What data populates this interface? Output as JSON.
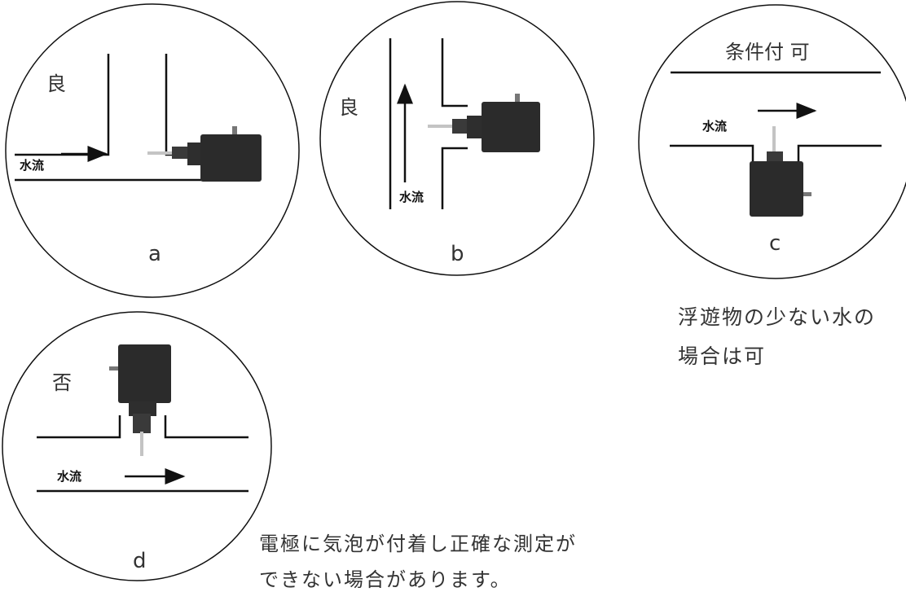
{
  "panel_a": {
    "quality": "良",
    "flow": "水流",
    "letter": "a"
  },
  "panel_b": {
    "quality": "良",
    "flow": "水流",
    "letter": "b"
  },
  "panel_c": {
    "condition": "条件付 可",
    "flow": "水流",
    "letter": "c",
    "note_line1": "浮遊物の少ない水の",
    "note_line2": "場合は可"
  },
  "panel_d": {
    "quality": "否",
    "flow": "水流",
    "letter": "d",
    "note_line1": "電極に気泡が付着し正確な測定が",
    "note_line2": "できない場合があります。"
  },
  "colors": {
    "sensor_body": "#2b2b2b",
    "sensor_thread": "#3a3a3a",
    "electrode": "#c4c4c4",
    "pipe": "#111111"
  }
}
